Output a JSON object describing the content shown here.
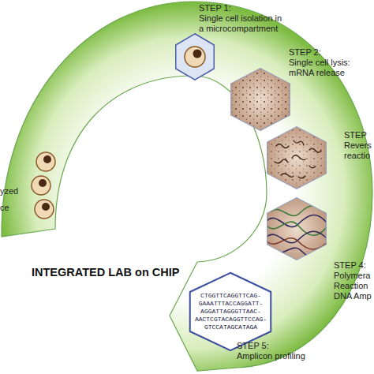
{
  "diagram": {
    "title": "INTEGRATED LAB on CHIP",
    "nodes": [
      {
        "text": [
          "STEP 1:",
          "Single cell isolation in a microcompartment"
        ]
      },
      {
        "text": [
          "STEP 2:",
          "Single cell lysis: mRNA release"
        ]
      },
      {
        "text": [
          "STEP",
          "Revers reactio"
        ]
      },
      {
        "text": [
          "STEP 4:",
          "Polymera Reaction DNA Amp"
        ]
      },
      {
        "text": [
          "STEP 5:",
          "Amplicon profiling",
          "CTGGTTCAGGTTCAG- GAAATTTACCAGGATT- AGGATTAGGGTTAAC- AACTCGTACAGGTTCCAG- GTCCATAGCATAGA"
        ]
      }
    ],
    "labels": [
      "yzed",
      "ce"
    ]
  }
}
